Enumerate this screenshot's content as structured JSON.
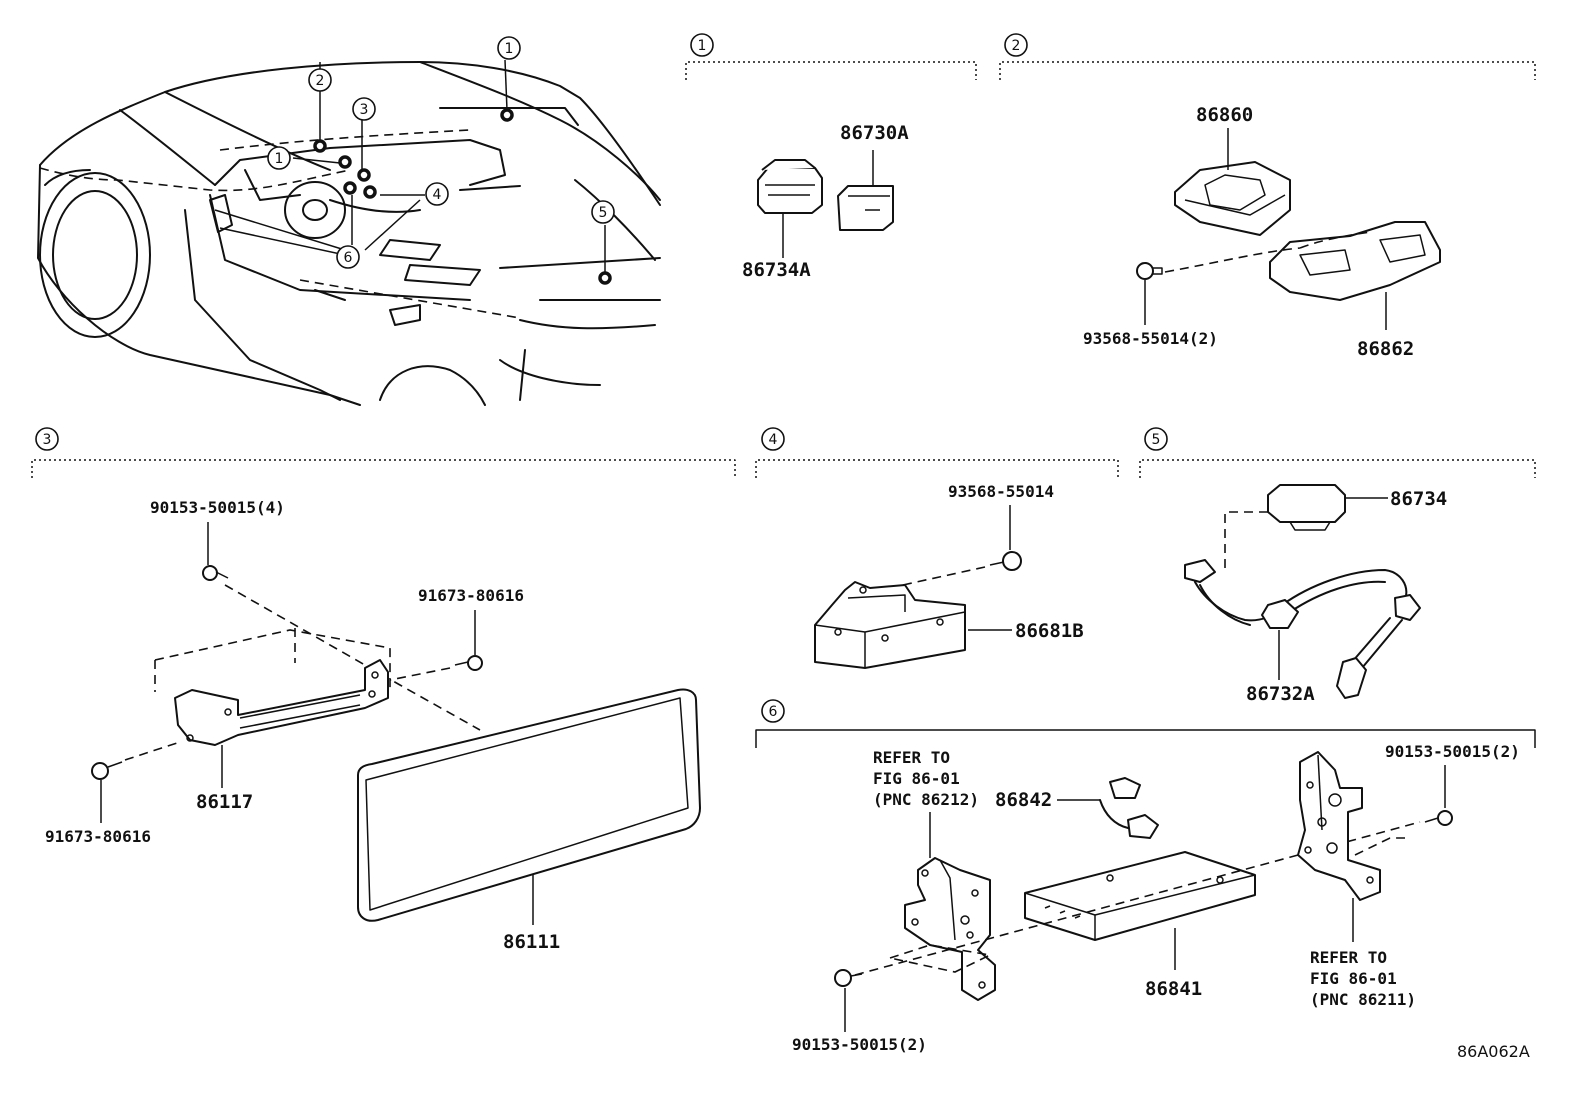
{
  "callout_numbers": [
    "1",
    "2",
    "3",
    "4",
    "5",
    "6"
  ],
  "sections": {
    "s1": {
      "num": "1",
      "parts": {
        "p86730A": "86730A",
        "p86734A": "86734A"
      }
    },
    "s2": {
      "num": "2",
      "parts": {
        "p86860": "86860",
        "p93568": "93568-55014(2)",
        "p86862": "86862"
      }
    },
    "s3": {
      "num": "3",
      "parts": {
        "p90153": "90153-50015(4)",
        "p91673a": "91673-80616",
        "p91673b": "91673-80616",
        "p86117": "86117",
        "p86111": "86111"
      }
    },
    "s4": {
      "num": "4",
      "parts": {
        "p93568": "93568-55014",
        "p86681B": "86681B"
      }
    },
    "s5": {
      "num": "5",
      "parts": {
        "p86734": "86734",
        "p86732A": "86732A"
      }
    },
    "s6": {
      "num": "6",
      "parts": {
        "p86842": "86842",
        "p86841": "86841",
        "p90153a": "90153-50015(2)",
        "p90153b": "90153-50015(2)"
      },
      "refer_left": [
        "REFER TO",
        "FIG 86-01",
        "(PNC 86212)"
      ],
      "refer_right": [
        "REFER TO",
        "FIG 86-01",
        "(PNC 86211)"
      ]
    }
  },
  "figure_code": "86A062A"
}
